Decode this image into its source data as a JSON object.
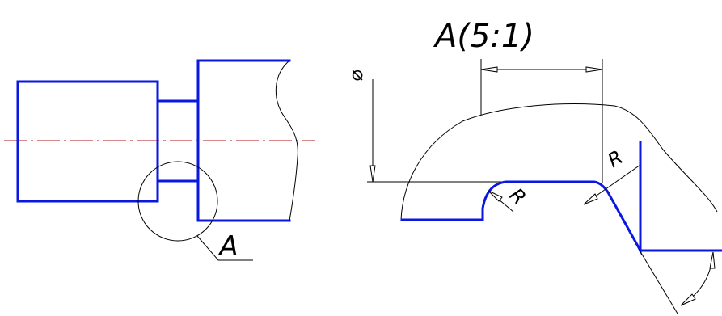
{
  "detail_title": "A(5:1)",
  "callout_label": "A",
  "diameter_symbol": "⌀",
  "radius_label_top": "R",
  "radius_label_bottom": "R",
  "colors": {
    "outline": "#0a17e0",
    "thin_line": "#000000",
    "axis_line": "#b01010",
    "background": "#ffffff"
  }
}
